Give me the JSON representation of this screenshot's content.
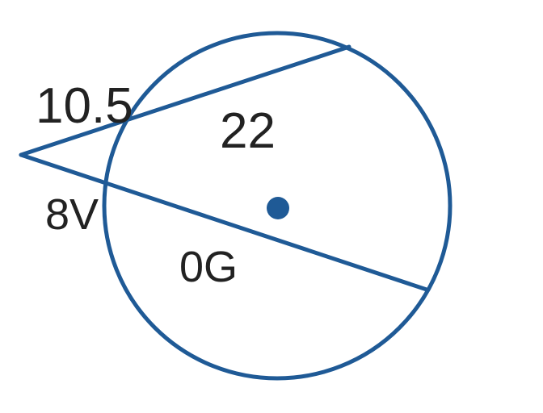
{
  "diagram": {
    "labels": {
      "upper_external": "10.5",
      "upper_arc": "22",
      "lower_external": "8V",
      "lower_chord": "0G"
    },
    "colors": {
      "stroke": "#1f5a96",
      "center_dot": "#1f5a96",
      "text": "#222222"
    }
  }
}
